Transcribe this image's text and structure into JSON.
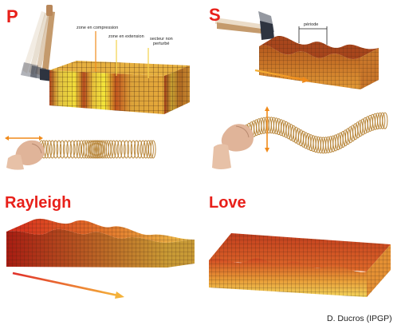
{
  "panels": {
    "p": {
      "title": "P",
      "labels": {
        "compression": "zone en compression",
        "extension": "zone en extension",
        "secteur_line1": "secteur non",
        "secteur_line2": "perturbé"
      }
    },
    "s": {
      "title": "S",
      "labels": {
        "periode": "période"
      }
    },
    "rayleigh": {
      "title": "Rayleigh"
    },
    "love": {
      "title": "Love"
    }
  },
  "credit": "D. Ducros (IPGP)",
  "colors": {
    "title_red": "#e8201a",
    "arrow_orange": "#f0901e",
    "arrow_red": "#e0302a",
    "grid_line": "#3b1e0e"
  }
}
